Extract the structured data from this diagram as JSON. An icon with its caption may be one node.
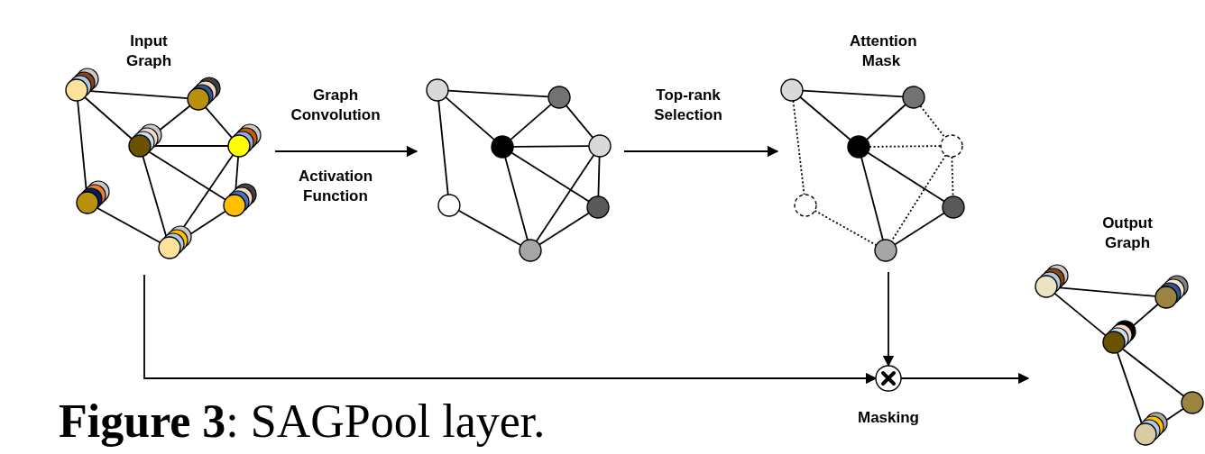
{
  "diagram": {
    "caption": "**Figure 3**: SAGPool layer.",
    "nodes": [
      {
        "text": [
          "Input Graph"
        ]
      },
      {
        "text": [],
        "shape": "circle",
        "in": 0
      },
      {
        "text": [],
        "shape": "circle",
        "in": 0
      },
      {
        "text": [],
        "shape": "circle",
        "in": 0
      },
      {
        "text": [],
        "shape": "circle",
        "in": 0
      },
      {
        "text": [],
        "shape": "circle",
        "in": 0
      },
      {
        "text": [],
        "shape": "circle",
        "in": 0
      },
      {
        "text": [],
        "shape": "circle",
        "in": 0
      },
      {
        "text": [],
        "shape": "graph"
      },
      {
        "text": [],
        "shape": "circle",
        "in": 8
      },
      {
        "text": [],
        "shape": "circle",
        "in": 8
      },
      {
        "text": [],
        "shape": "circle",
        "in": 8
      },
      {
        "text": [],
        "shape": "circle",
        "in": 8
      },
      {
        "text": [],
        "shape": "circle",
        "in": 8
      },
      {
        "text": [],
        "shape": "circle",
        "in": 8
      },
      {
        "text": [],
        "shape": "circle",
        "in": 8
      },
      {
        "text": [
          "Attention Mask"
        ]
      },
      {
        "text": [],
        "shape": "circle",
        "in": 16
      },
      {
        "text": [],
        "shape": "circle",
        "in": 16
      },
      {
        "text": [],
        "shape": "circle",
        "in": 16
      },
      {
        "text": [],
        "shape": "circle",
        "in": 16
      },
      {
        "text": [],
        "shape": "circle",
        "in": 16
      },
      {
        "text": [],
        "shape": "circle",
        "in": 16
      },
      {
        "text": [],
        "shape": "circle",
        "in": 16
      },
      {
        "text": [],
        "shape": "circle",
        "beside": [
          "Masking"
        ]
      },
      {
        "text": [
          "Output Graph"
        ]
      },
      {
        "text": [],
        "shape": "circle",
        "in": 25
      },
      {
        "text": [],
        "shape": "circle",
        "in": 25
      },
      {
        "text": [],
        "shape": "circle",
        "in": 25
      },
      {
        "text": [],
        "shape": "circle",
        "in": 25
      },
      {
        "text": [],
        "shape": "circle",
        "in": 25
      }
    ],
    "edges": [
      {
        "from": 1,
        "to": 2,
        "arrow": "none"
      },
      {
        "from": 1,
        "to": 3,
        "arrow": "none"
      },
      {
        "from": 1,
        "to": 5,
        "arrow": "none"
      },
      {
        "from": 2,
        "to": 3,
        "arrow": "none"
      },
      {
        "from": 2,
        "to": 4,
        "arrow": "none"
      },
      {
        "from": 3,
        "to": 4,
        "arrow": "none"
      },
      {
        "from": 3,
        "to": 6,
        "arrow": "none"
      },
      {
        "from": 3,
        "to": 7,
        "arrow": "none"
      },
      {
        "from": 4,
        "to": 7,
        "arrow": "none"
      },
      {
        "from": 4,
        "to": 6,
        "arrow": "none"
      },
      {
        "from": 5,
        "to": 7,
        "arrow": "none"
      },
      {
        "from": 6,
        "to": 7,
        "arrow": "none"
      },
      {
        "from": 9,
        "to": 10,
        "arrow": "none"
      },
      {
        "from": 9,
        "to": 11,
        "arrow": "none"
      },
      {
        "from": 9,
        "to": 13,
        "arrow": "none"
      },
      {
        "from": 10,
        "to": 11,
        "arrow": "none"
      },
      {
        "from": 10,
        "to": 12,
        "arrow": "none"
      },
      {
        "from": 11,
        "to": 12,
        "arrow": "none"
      },
      {
        "from": 11,
        "to": 14,
        "arrow": "none"
      },
      {
        "from": 11,
        "to": 15,
        "arrow": "none"
      },
      {
        "from": 12,
        "to": 15,
        "arrow": "none"
      },
      {
        "from": 12,
        "to": 14,
        "arrow": "none"
      },
      {
        "from": 13,
        "to": 15,
        "arrow": "none"
      },
      {
        "from": 14,
        "to": 15,
        "arrow": "none"
      },
      {
        "from": 17,
        "to": 18,
        "arrow": "none"
      },
      {
        "from": 17,
        "to": 19,
        "arrow": "none"
      },
      {
        "from": 17,
        "to": 21,
        "arrow": "none",
        "style": "dashed"
      },
      {
        "from": 18,
        "to": 19,
        "arrow": "none"
      },
      {
        "from": 18,
        "to": 20,
        "arrow": "none",
        "style": "dashed"
      },
      {
        "from": 19,
        "to": 20,
        "arrow": "none",
        "style": "dashed"
      },
      {
        "from": 19,
        "to": 22,
        "arrow": "none"
      },
      {
        "from": 19,
        "to": 23,
        "arrow": "none"
      },
      {
        "from": 20,
        "to": 23,
        "arrow": "none",
        "style": "dashed"
      },
      {
        "from": 20,
        "to": 22,
        "arrow": "none",
        "style": "dashed"
      },
      {
        "from": 21,
        "to": 23,
        "arrow": "none",
        "style": "dashed"
      },
      {
        "from": 22,
        "to": 23,
        "arrow": "none"
      },
      {
        "from": 26,
        "to": 27,
        "arrow": "none"
      },
      {
        "from": 26,
        "to": 28,
        "arrow": "none"
      },
      {
        "from": 27,
        "to": 28,
        "arrow": "none"
      },
      {
        "from": 28,
        "to": 29,
        "arrow": "none"
      },
      {
        "from": 28,
        "to": 30,
        "arrow": "none"
      },
      {
        "from": 29,
        "to": 30,
        "arrow": "none"
      },
      {
        "from": 0,
        "to": 8,
        "arrow": "to",
        "label": "Graph Convolution"
      },
      {
        "from": 8,
        "to": 16,
        "arrow": "to",
        "label": "Top-rank Selection"
      },
      {
        "from": 0,
        "to": 24,
        "arrow": "to"
      },
      {
        "from": 16,
        "to": 24,
        "arrow": "to"
      },
      {
        "from": 24,
        "to": 25,
        "arrow": "to"
      }
    ],
    "labels": [
      "Activation Function"
    ]
  }
}
